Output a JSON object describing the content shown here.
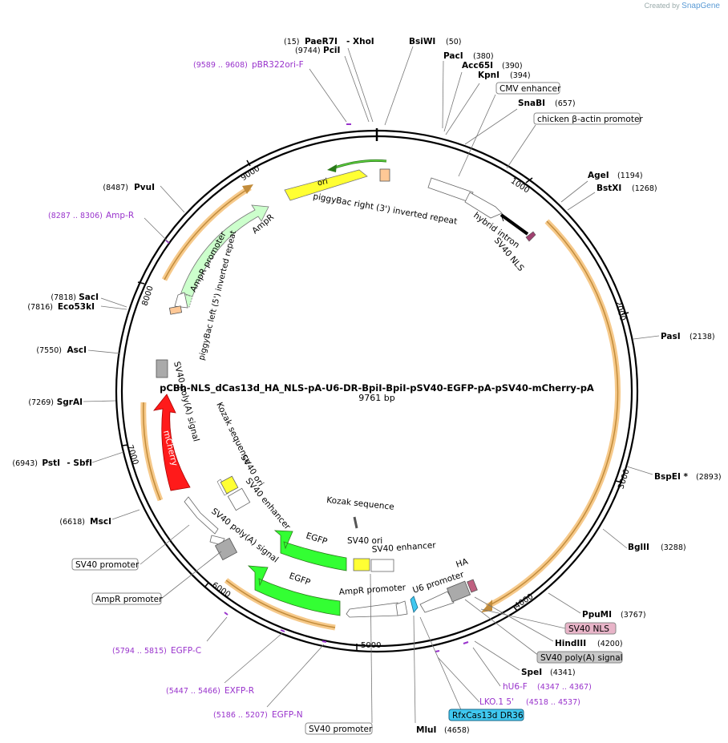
{
  "brand": {
    "created_by": "Created by",
    "name": "SnapGene"
  },
  "plasmid": {
    "name": "pCBh-NLS_dCas13d_HA_NLS-pA-U6-DR-BpiI-BpiI-pSV40-EGFP-pA-pSV40-mCherry-pA",
    "size_label": "9761 bp"
  },
  "ticks": [
    "1000",
    "2000",
    "3000",
    "4000",
    "5000",
    "6000",
    "7000",
    "8000",
    "9000"
  ],
  "sites": [
    {
      "pos": "(15)",
      "name": "PaeR7I",
      "extra": "- XhoI"
    },
    {
      "pos": "(9744)",
      "name": "PciI"
    },
    {
      "name": "BsiWI",
      "pos": "(50)"
    },
    {
      "name": "PacI",
      "pos": "(380)"
    },
    {
      "name": "Acc65I",
      "pos": "(390)"
    },
    {
      "name": "KpnI",
      "pos": "(394)"
    },
    {
      "name": "SnaBI",
      "pos": "(657)"
    },
    {
      "name": "AgeI",
      "pos": "(1194)"
    },
    {
      "name": "BstXI",
      "pos": "(1268)"
    },
    {
      "name": "PasI",
      "pos": "(2138)"
    },
    {
      "name": "BspEI *",
      "pos": "(2893)"
    },
    {
      "name": "BglII",
      "pos": "(3288)"
    },
    {
      "name": "PpuMI",
      "pos": "(3767)"
    },
    {
      "name": "HindIII",
      "pos": "(4200)"
    },
    {
      "name": "SpeI",
      "pos": "(4341)"
    },
    {
      "name": "MluI",
      "pos": "(4658)"
    },
    {
      "pos": "(8487)",
      "name": "PvuI"
    },
    {
      "pos": "(7818)",
      "name": "SacI"
    },
    {
      "pos": "(7816)",
      "name": "Eco53kI"
    },
    {
      "pos": "(7550)",
      "name": "AscI"
    },
    {
      "pos": "(7269)",
      "name": "SgrAI"
    },
    {
      "pos": "(6943)",
      "name": "PstI",
      "extra": "- SbfI"
    },
    {
      "pos": "(6618)",
      "name": "MscI"
    }
  ],
  "primers": [
    {
      "range": "(9589 .. 9608)",
      "name": "pBR322ori-F"
    },
    {
      "range": "(8287 .. 8306)",
      "name": "Amp-R"
    },
    {
      "range": "(5794 .. 5815)",
      "name": "EGFP-C"
    },
    {
      "range": "(5447 .. 5466)",
      "name": "EXFP-R"
    },
    {
      "range": "(5186 .. 5207)",
      "name": "EGFP-N"
    },
    {
      "name": "hU6-F",
      "range": "(4347 .. 4367)"
    },
    {
      "name": "LKO.1 5'",
      "range": "(4518 .. 4537)"
    }
  ],
  "boxed_features": {
    "cmv_enhancer": "CMV enhancer",
    "cba_promoter": "chicken β-actin promoter",
    "sv40_nls": "SV40 NLS",
    "sv40_polya": "SV40 poly(A) signal",
    "rfx_dr36": "RfxCas13d DR36",
    "sv40_promoter_bottom": "SV40 promoter",
    "sv40_promoter_left": "SV40 promoter",
    "ampr_promoter_left": "AmpR promoter"
  },
  "features": {
    "ori": "ori",
    "pb_right": "piggyBac right (3') inverted repeat",
    "hybrid_intron": "hybrid intron",
    "sv40_nls": "SV40 NLS",
    "ampr": "AmpR",
    "ampr_promoter": "AmpR promoter",
    "pb_left": "piggyBac left (5') inverted repeat",
    "sv40_polya_left": "SV40 poly(A) signal",
    "mcherry": "mCherry",
    "kozak_1": "Kozak sequence",
    "sv40_ori_1": "SV40 ori",
    "sv40_enh_1": "SV40 enhancer",
    "kozak_2": "Kozak sequence",
    "egfp_1": "EGFP",
    "sv40_ori_2": "SV40 ori",
    "sv40_enh_2": "SV40 enhancer",
    "sv40_polya_2": "SV40 poly(A) signal",
    "egfp_2": "EGFP",
    "ampr_promoter_2": "AmpR promoter",
    "u6_promoter": "U6 promoter",
    "ha": "HA"
  },
  "colors": {
    "egfp": "#33ff33",
    "mcherry": "#ff1a1a",
    "ori": "#ffff33",
    "ampr": "#ccffcc",
    "orange_arc": "#f2a33a",
    "primer": "#9933cc",
    "sv40_nls_box": "#e8b4c8",
    "rfx_box": "#40c8f0",
    "polya_box": "#bbbbbb"
  }
}
